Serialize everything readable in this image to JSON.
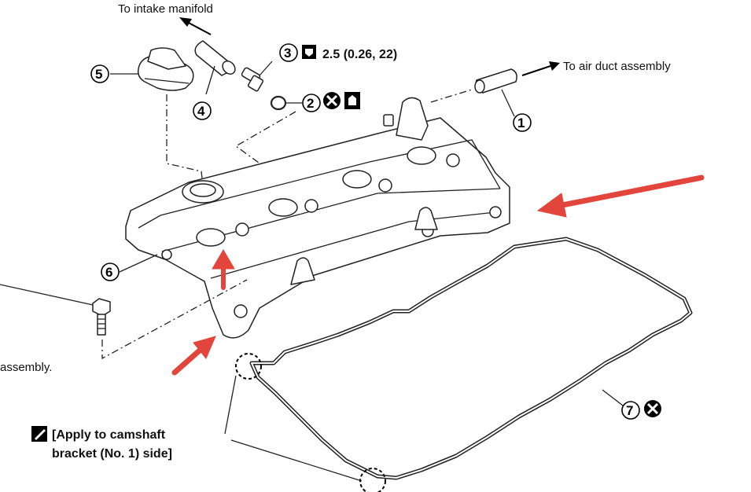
{
  "labels": {
    "intake_manifold": "To intake manifold",
    "air_duct": "To air duct assembly",
    "torque_spec": "2.5 (0.26, 22)",
    "assembly_fragment": "assembly.",
    "apply_note_line1": "[Apply to camshaft",
    "apply_note_line2": "bracket (No. 1) side]"
  },
  "callouts": [
    "1",
    "2",
    "3",
    "4",
    "5",
    "6",
    "7"
  ],
  "colors": {
    "annotation_arrow": "#e2453b",
    "line_art": "#222222"
  },
  "icons": [
    "torque-wrench-icon",
    "do-not-reuse-icon",
    "engine-oil-icon",
    "liquid-gasket-icon"
  ]
}
